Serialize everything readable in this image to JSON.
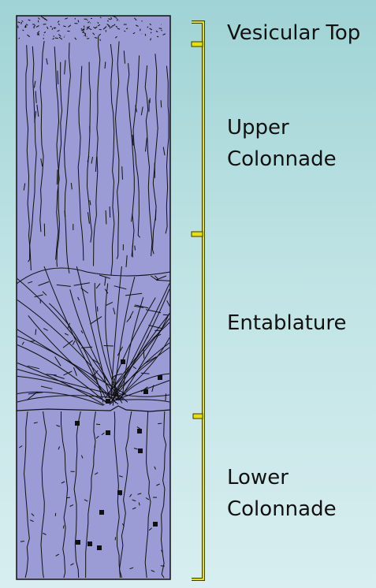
{
  "zones": {
    "vesicular_top": {
      "label": "Vesicular Top"
    },
    "upper_colonnade": {
      "line1": "Upper",
      "line2": "Colonnade"
    },
    "entablature": {
      "label": "Entablature"
    },
    "lower_colonnade": {
      "line1": "Lower",
      "line2": "Colonnade"
    }
  },
  "colors": {
    "basalt_fill": "#9b9bd6",
    "fracture_lines": "#111111",
    "scale_bar": "#e9e100",
    "scale_bar_outline": "#3a3a00",
    "background_top": "#9fd3d5",
    "background_bottom": "#d8eef0"
  }
}
